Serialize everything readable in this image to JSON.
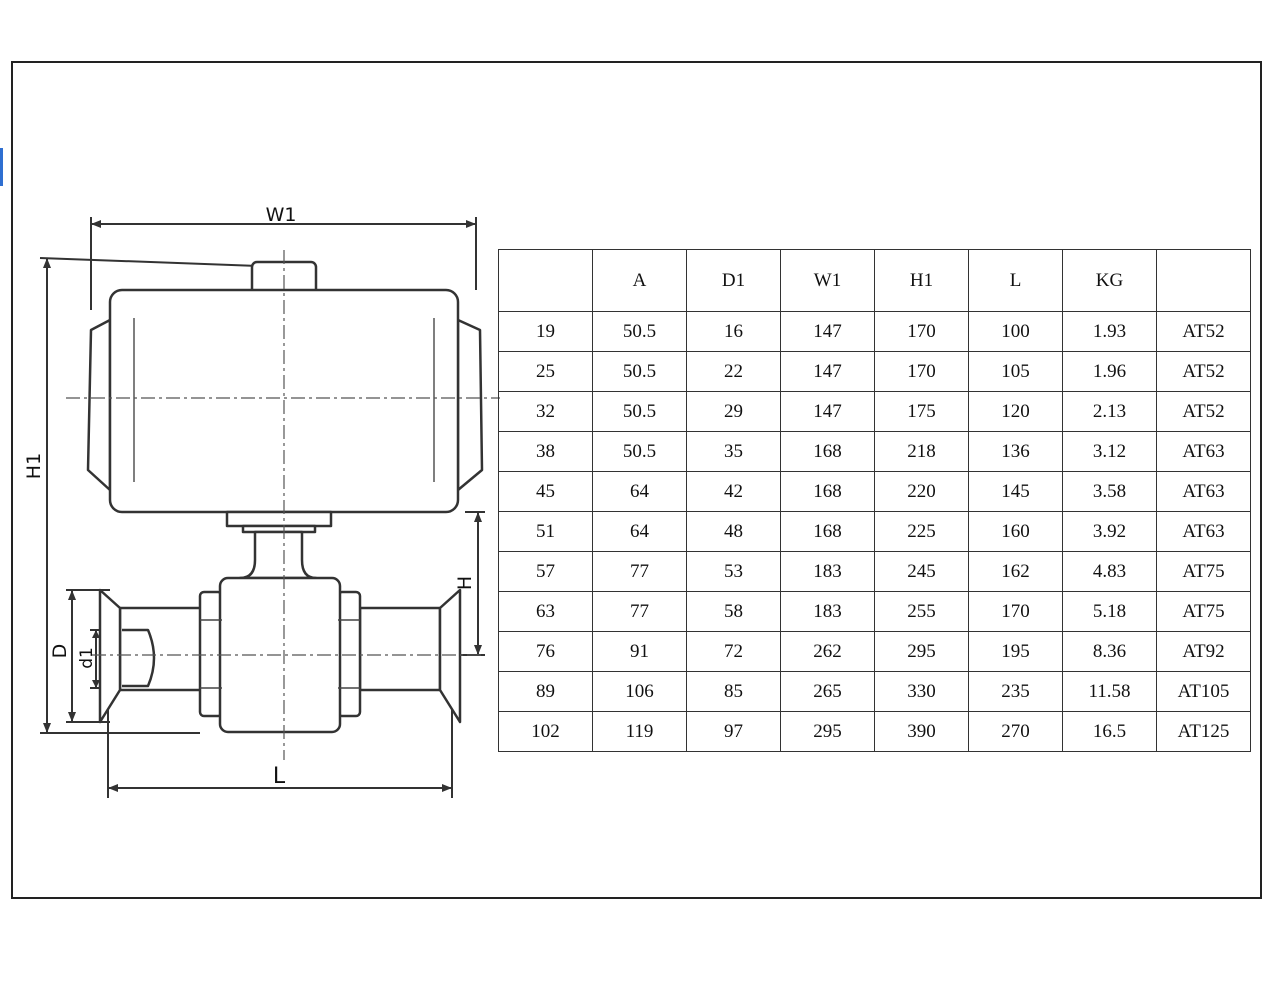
{
  "drawing": {
    "labels": {
      "w1": "W1",
      "h1": "H1",
      "h": "H",
      "d": "D",
      "d1": "d1",
      "l": "L"
    }
  },
  "table": {
    "headers": [
      "",
      "A",
      "D1",
      "W1",
      "H1",
      "L",
      "KG",
      ""
    ],
    "rows": [
      [
        "19",
        "50.5",
        "16",
        "147",
        "170",
        "100",
        "1.93",
        "AT52"
      ],
      [
        "25",
        "50.5",
        "22",
        "147",
        "170",
        "105",
        "1.96",
        "AT52"
      ],
      [
        "32",
        "50.5",
        "29",
        "147",
        "175",
        "120",
        "2.13",
        "AT52"
      ],
      [
        "38",
        "50.5",
        "35",
        "168",
        "218",
        "136",
        "3.12",
        "AT63"
      ],
      [
        "45",
        "64",
        "42",
        "168",
        "220",
        "145",
        "3.58",
        "AT63"
      ],
      [
        "51",
        "64",
        "48",
        "168",
        "225",
        "160",
        "3.92",
        "AT63"
      ],
      [
        "57",
        "77",
        "53",
        "183",
        "245",
        "162",
        "4.83",
        "AT75"
      ],
      [
        "63",
        "77",
        "58",
        "183",
        "255",
        "170",
        "5.18",
        "AT75"
      ],
      [
        "76",
        "91",
        "72",
        "262",
        "295",
        "195",
        "8.36",
        "AT92"
      ],
      [
        "89",
        "106",
        "85",
        "265",
        "330",
        "235",
        "11.58",
        "AT105"
      ],
      [
        "102",
        "119",
        "97",
        "295",
        "390",
        "270",
        "16.5",
        "AT125"
      ]
    ]
  }
}
